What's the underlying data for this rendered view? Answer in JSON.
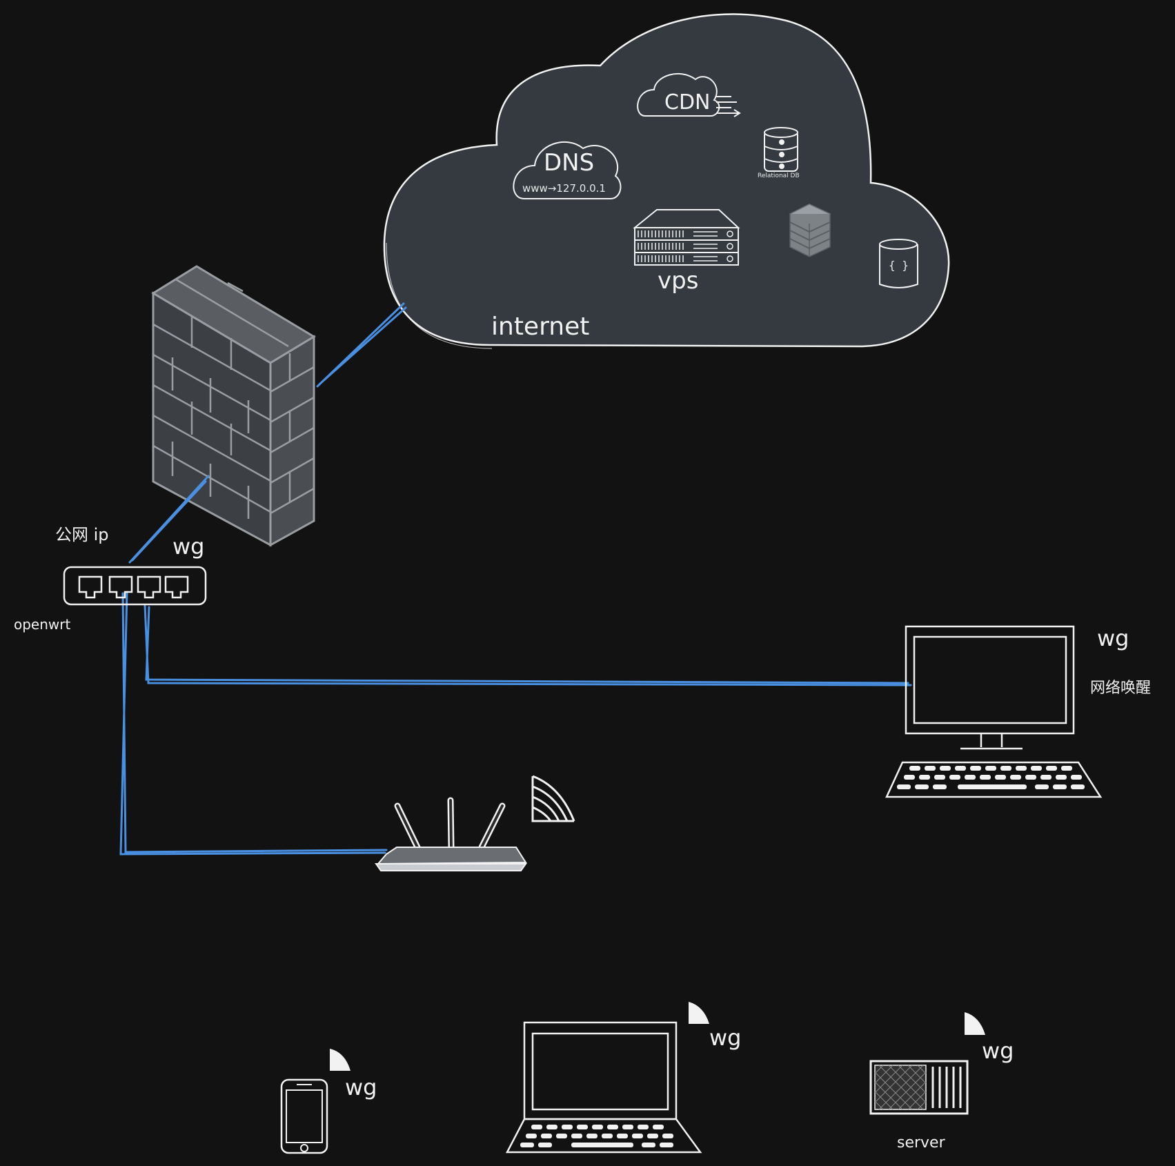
{
  "cloud": {
    "label": "internet",
    "services": {
      "cdn": "CDN",
      "dns": "DNS",
      "dns_mapping": "www→127.0.0.1",
      "relational_db": "Relational DB",
      "vps": "vps",
      "json_store": "{ }"
    }
  },
  "router": {
    "name": "openwrt",
    "public_ip_label": "公网 ip",
    "vpn_label": "wg"
  },
  "desktop": {
    "vpn_label": "wg",
    "wol_label": "网络唤醒"
  },
  "clients": {
    "phone_vpn_label": "wg",
    "laptop_vpn_label": "wg",
    "server_vpn_label": "wg",
    "server_name": "server"
  },
  "colors": {
    "background": "#121212",
    "cloud_fill": "#343a40",
    "link": "#4a90e2",
    "stroke": "#f2f2f2"
  }
}
